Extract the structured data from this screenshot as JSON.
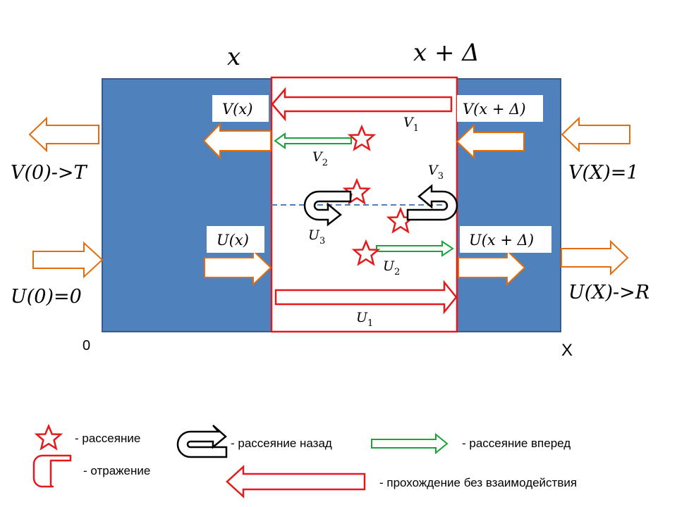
{
  "labels": {
    "x_top": "x",
    "x_delta_top": "x + Δ",
    "v_x": "V(x)",
    "v_x_delta": "V(x + Δ)",
    "u_x": "U(x)",
    "u_x_delta": "U(x + Δ)",
    "v_0": "V(0)->T",
    "v_X": "V(X)=1",
    "u_0": "U(0)=0",
    "u_X": "U(X)->R",
    "v1": "V",
    "v1_sub": "1",
    "v2": "V",
    "v2_sub": "2",
    "v3": "V",
    "v3_sub": "3",
    "u1": "U",
    "u1_sub": "1",
    "u2": "U",
    "u2_sub": "2",
    "u3": "U",
    "u3_sub": "3",
    "zero": "0",
    "X": "X"
  },
  "legend": {
    "scattering": "- рассеяние",
    "back_scattering": "- рассеяние назад",
    "forward_scattering": "- рассеяние вперед",
    "reflection": "- отражение",
    "pass_through": "- прохождение без взаимодействия"
  },
  "colors": {
    "slab": "#4f81bd",
    "slab_border": "#385d8a",
    "orange": "#e46c0a",
    "red": "#e31a1c",
    "green": "#1aa33a",
    "dash": "#4f81bd"
  }
}
